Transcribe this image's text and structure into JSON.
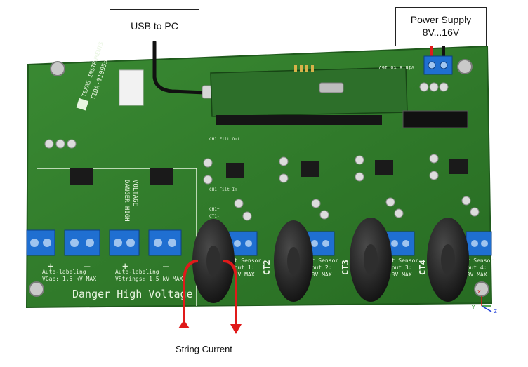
{
  "callouts": {
    "usb": "USB to PC",
    "power_line1": "Power Supply",
    "power_line2": "8V...16V",
    "string_current": "String Current"
  },
  "board": {
    "brand": "TEXAS INSTRUMENTS",
    "part_number": "TIDA-010955",
    "danger_bottom": "Danger High Voltage",
    "danger_vertical_1": "DANGER HIGH",
    "danger_vertical_2": "VOLTAGE",
    "vin_label": "Vin 8 to 16V",
    "ch1_labels": [
      "CH1 Filt Out",
      "CH1 Filt In",
      "CH1+",
      "CT1-"
    ],
    "vgap": {
      "plus": "+",
      "minus": "–",
      "line1": "Auto-labeling",
      "line2": "VGap: 1.5 kV MAX"
    },
    "vstrings": {
      "plus": "+",
      "minus": "–",
      "line1": "Auto-labeling",
      "line2": "VStrings: 1.5 kV MAX"
    },
    "ext_sensors": [
      {
        "line1": "Ext Sensor",
        "line2": "Input 1:",
        "line3": "3.3V MAX"
      },
      {
        "line1": "Ext Sensor",
        "line2": "Input 2:",
        "line3": "3.3V MAX"
      },
      {
        "line1": "Ext Sensor",
        "line2": "Input 3:",
        "line3": "3.3V MAX"
      },
      {
        "line1": "Ext Sensor",
        "line2": "Input 4:",
        "line3": "3.3V MAX"
      }
    ],
    "ct_labels": [
      "CT2",
      "CT3",
      "CT4"
    ],
    "axis_labels": {
      "x": "X",
      "y": "Y",
      "z": "Z"
    }
  },
  "colors": {
    "board_green": "#2f7a2a",
    "board_edge": "#1f5a1c",
    "terminal_blue": "#1f6fd1",
    "arrow_red": "#e01a1a",
    "coil_black": "#1a1a1a"
  }
}
